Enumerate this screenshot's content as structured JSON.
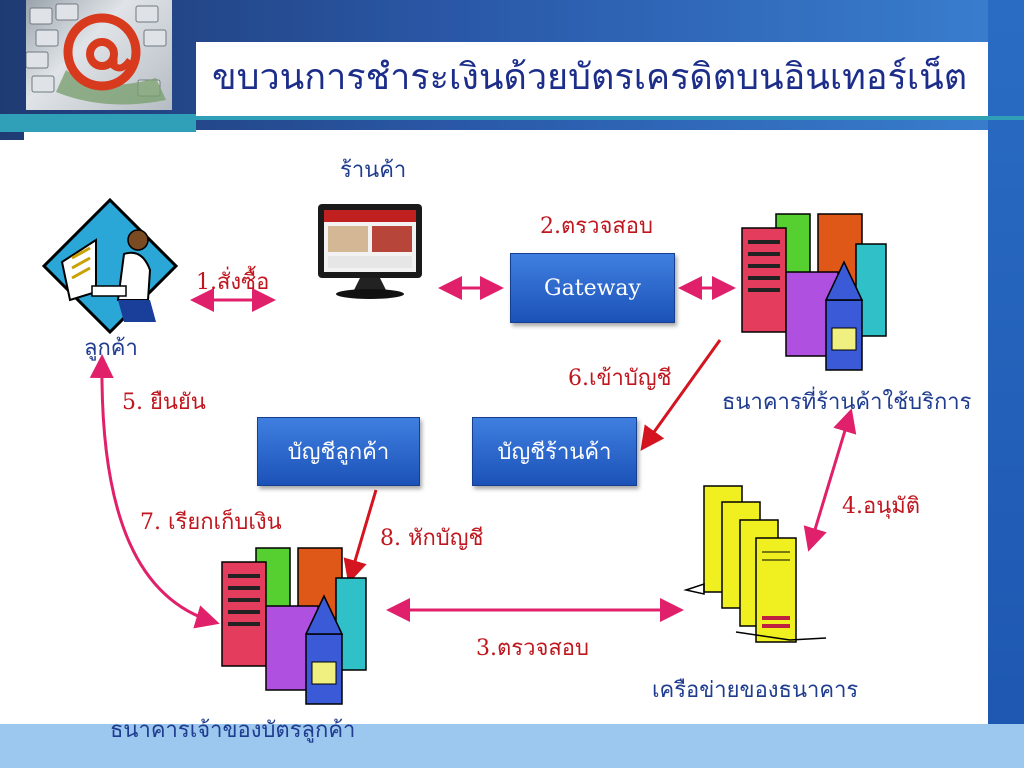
{
  "title": "ขบวนการชำระเงินด้วยบัตรเครดิตบนอินเทอร์เน็ต",
  "nodes": {
    "shop": "ร้านค้า",
    "customer": "ลูกค้า",
    "merchant_bank": "ธนาคารที่ร้านค้าใช้บริการ",
    "issuer_bank": "ธนาคารเจ้าของบัตรลูกค้า",
    "bank_network": "เครือข่ายของธนาคาร"
  },
  "boxes": {
    "gateway": "Gateway",
    "customer_account": "บัญชีลูกค้า",
    "shop_account": "บัญชีร้านค้า"
  },
  "steps": {
    "s1": "1.สั่งซื้อ",
    "s2": "2.ตรวจสอบ",
    "s3": "3.ตรวจสอบ",
    "s4": "4.อนุมัติ",
    "s5": "5. ยืนยัน",
    "s6": "6.เข้าบัญชี",
    "s7": "7. เรียกเก็บเงิน",
    "s8": "8. หักบัญชี"
  },
  "colors": {
    "title": "#1c2e8a",
    "node_label": "#1f3c8f",
    "step_label": "#c0161e",
    "arrow_pink": "#e0206a",
    "arrow_red": "#d4141e",
    "box_fill": "#2e6ad0"
  },
  "icons": [
    "at-sign-photo",
    "computer-user-icon",
    "monitor-shop-icon",
    "buildings-icon",
    "servers-icon"
  ]
}
